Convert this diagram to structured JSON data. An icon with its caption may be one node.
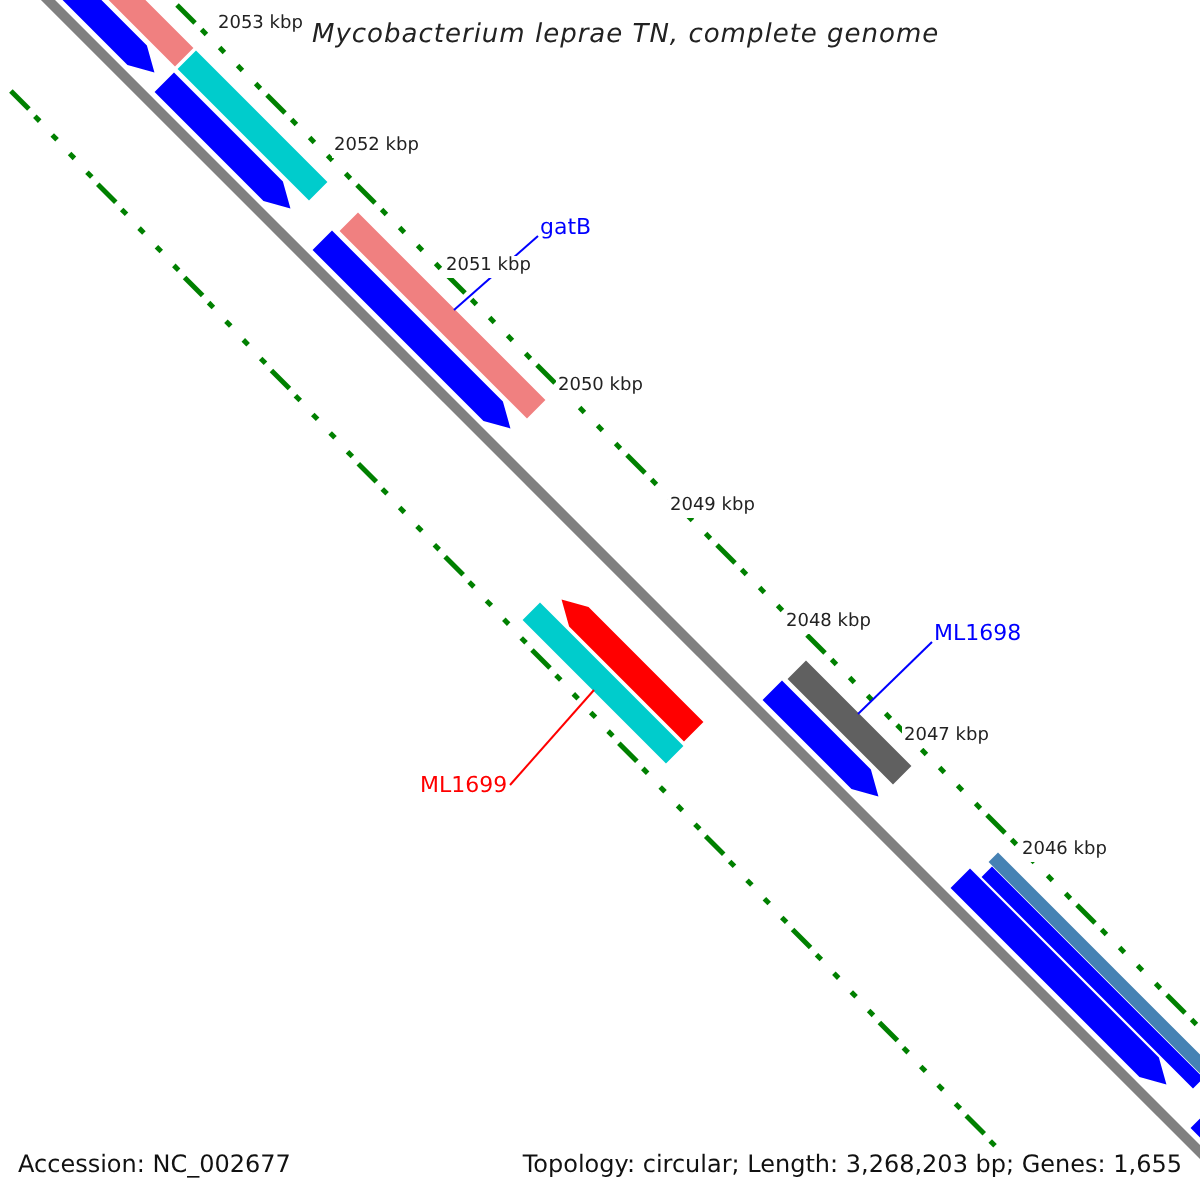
{
  "diagram": {
    "title": "Mycobacterium leprae TN, complete genome",
    "nodes": [
      {
        "text": [],
        "shape": "arrow"
      },
      {
        "text": [],
        "shape": "bar"
      },
      {
        "text": [],
        "shape": "bar"
      },
      {
        "text": [],
        "shape": "arrow"
      },
      {
        "text": [
          "gatB"
        ]
      },
      {
        "text": [],
        "shape": "bar"
      },
      {
        "text": [],
        "shape": "arrow"
      },
      {
        "text": [],
        "shape": "arrow"
      },
      {
        "text": [],
        "shape": "bar"
      },
      {
        "text": [
          "ML1698"
        ]
      },
      {
        "text": [],
        "shape": "bar"
      },
      {
        "text": [],
        "shape": "arrow"
      },
      {
        "text": [
          "ML1699"
        ]
      },
      {
        "text": [],
        "shape": "bar"
      },
      {
        "text": [],
        "shape": "bar"
      },
      {
        "text": [],
        "shape": "arrow"
      },
      {
        "text": [],
        "shape": "bar"
      }
    ],
    "edges": [
      {
        "from": 4,
        "to": 5,
        "arrow": "none"
      },
      {
        "from": 9,
        "to": 10,
        "arrow": "none"
      },
      {
        "from": 12,
        "to": 8,
        "arrow": "none",
        "color": "#ff0000"
      }
    ],
    "labels": [
      "2053 kbp",
      "2052 kbp",
      "2051 kbp",
      "2050 kbp",
      "2049 kbp",
      "2048 kbp",
      "2047 kbp",
      "2046 kbp",
      "Accession: NC_002677",
      "Topology: circular; Length: 3,268,203 bp; Genes: 1,655"
    ]
  }
}
